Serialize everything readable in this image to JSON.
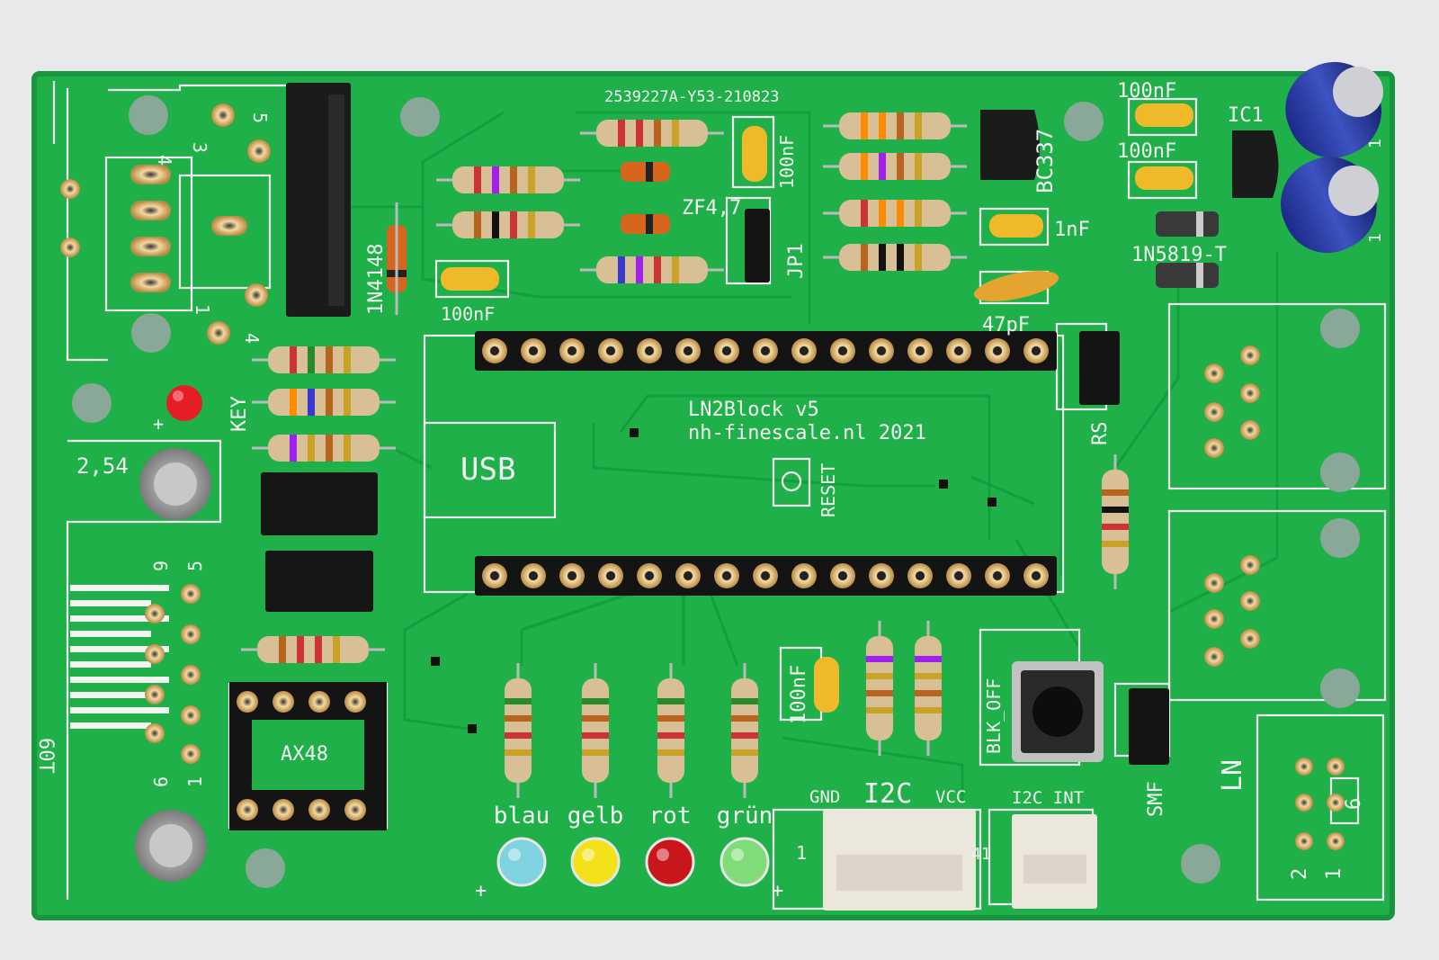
{
  "board": {
    "batch": "2539227A-Y53-210823",
    "name": "LN2Block v5",
    "site": "nh-finescale.nl 2021",
    "usb": "USB",
    "reset": "RESET",
    "jp1": "JP1",
    "rs": "RS",
    "smf": "SMF",
    "ln": "LN",
    "key": "KEY",
    "pitch": "2,54",
    "diode_1n4148": "1N4148",
    "diode_1n5819": "1N5819-T",
    "zener": "ZF4,7",
    "transistor": "BC337",
    "ic1": "IC1",
    "ic_socket": "AX48",
    "blk_off": "BLK_OFF",
    "i2c": "I2C",
    "gnd": "GND",
    "vcc": "VCC",
    "i2c_int": "I2C INT",
    "cap_100nf": "100nF",
    "cap_1nf": "1nF",
    "cap_47pf": "47pF",
    "edge_label": "60T",
    "plus": "+",
    "n1": "1",
    "n2": "2",
    "n3": "3",
    "n4": "4",
    "n5": "5",
    "n6": "6",
    "n9": "9",
    "n41": "41"
  },
  "leds": [
    {
      "label": "blau",
      "color": "#7fd3e0"
    },
    {
      "label": "gelb",
      "color": "#f3e21a"
    },
    {
      "label": "rot",
      "color": "#c8161b"
    },
    {
      "label": "grün",
      "color": "#7fdc78"
    }
  ],
  "colors": {
    "pcb": "#1fb04a",
    "silk": "#f2f6f0",
    "resistor": "#d9bf95",
    "cap": "#f0b92a",
    "header": "#111111"
  }
}
